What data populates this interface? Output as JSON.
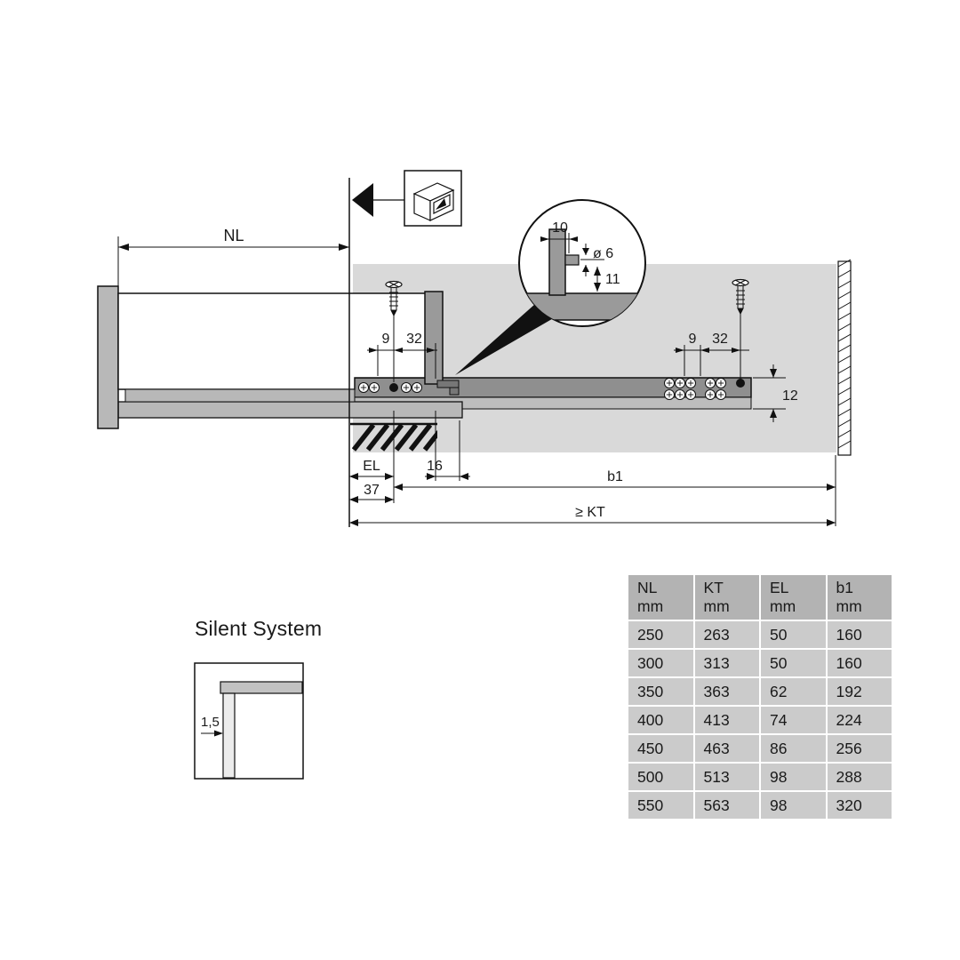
{
  "diagram": {
    "dim_nl": "NL",
    "dim_9_left": "9",
    "dim_32_left": "32",
    "dim_9_right": "9",
    "dim_32_right": "32",
    "dim_12": "12",
    "dim_el": "EL",
    "dim_16": "16",
    "dim_37": "37",
    "dim_b1": "b1",
    "dim_kt": "≥ KT",
    "detail": {
      "dim_10": "10",
      "dim_dia6": "ø 6",
      "dim_11": "11"
    }
  },
  "silent_system": {
    "title": "Silent System",
    "dim_gap": "1,5"
  },
  "table": {
    "headers": [
      "NL mm",
      "KT mm",
      "EL mm",
      "b1 mm"
    ],
    "rows": [
      [
        "250",
        "263",
        "50",
        "160"
      ],
      [
        "300",
        "313",
        "50",
        "160"
      ],
      [
        "350",
        "363",
        "62",
        "192"
      ],
      [
        "400",
        "413",
        "74",
        "224"
      ],
      [
        "450",
        "463",
        "86",
        "256"
      ],
      [
        "500",
        "513",
        "98",
        "288"
      ],
      [
        "550",
        "563",
        "98",
        "320"
      ]
    ]
  },
  "colors": {
    "panel": "#d9d9d9",
    "part_mid": "#b8b8b8",
    "part_dark": "#8f8f8f",
    "table_header": "#b3b3b3",
    "table_cell": "#cbcbcb",
    "ink": "#1a1a1a"
  }
}
